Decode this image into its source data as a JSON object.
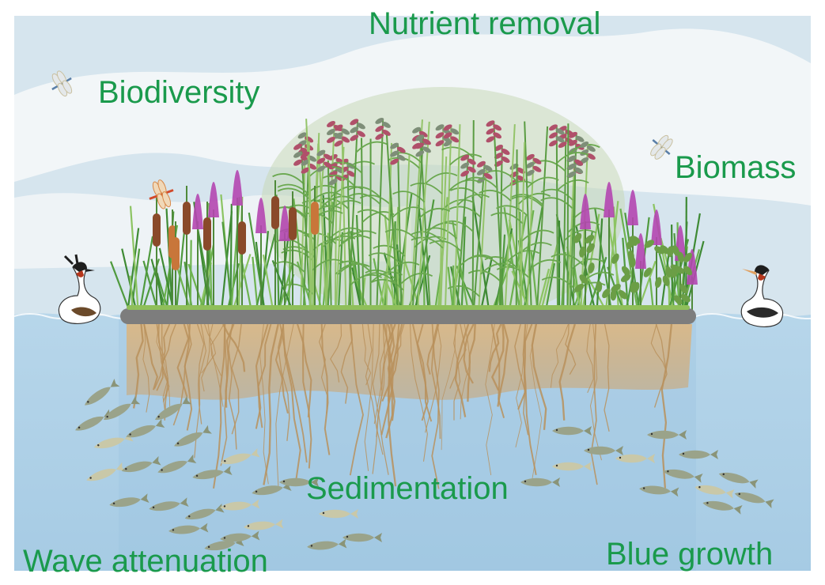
{
  "labels": {
    "nutrient_removal": "Nutrient removal",
    "biodiversity": "Biodiversity",
    "biomass": "Biomass",
    "sedimentation": "Sedimentation",
    "wave_attenuation": "Wave attenuation",
    "blue_growth": "Blue growth"
  },
  "colors": {
    "label_green": "#1a9a4c",
    "sky": "#cfe0ea",
    "water": "#a9cee6",
    "water_deep": "#9cc5e0",
    "island_mat": "#7f7f7f",
    "roots": "#c9a77a",
    "reed_green": "#5fa64b",
    "cattail": "#8a4a2a",
    "loosestrife": "#b040a8",
    "fish": "#9aa38a"
  },
  "icons": [
    "dragonfly-icon",
    "grebe-bird-icon",
    "fish-icon",
    "cattail-icon",
    "reed-plume-icon",
    "loosestrife-flower-icon"
  ]
}
